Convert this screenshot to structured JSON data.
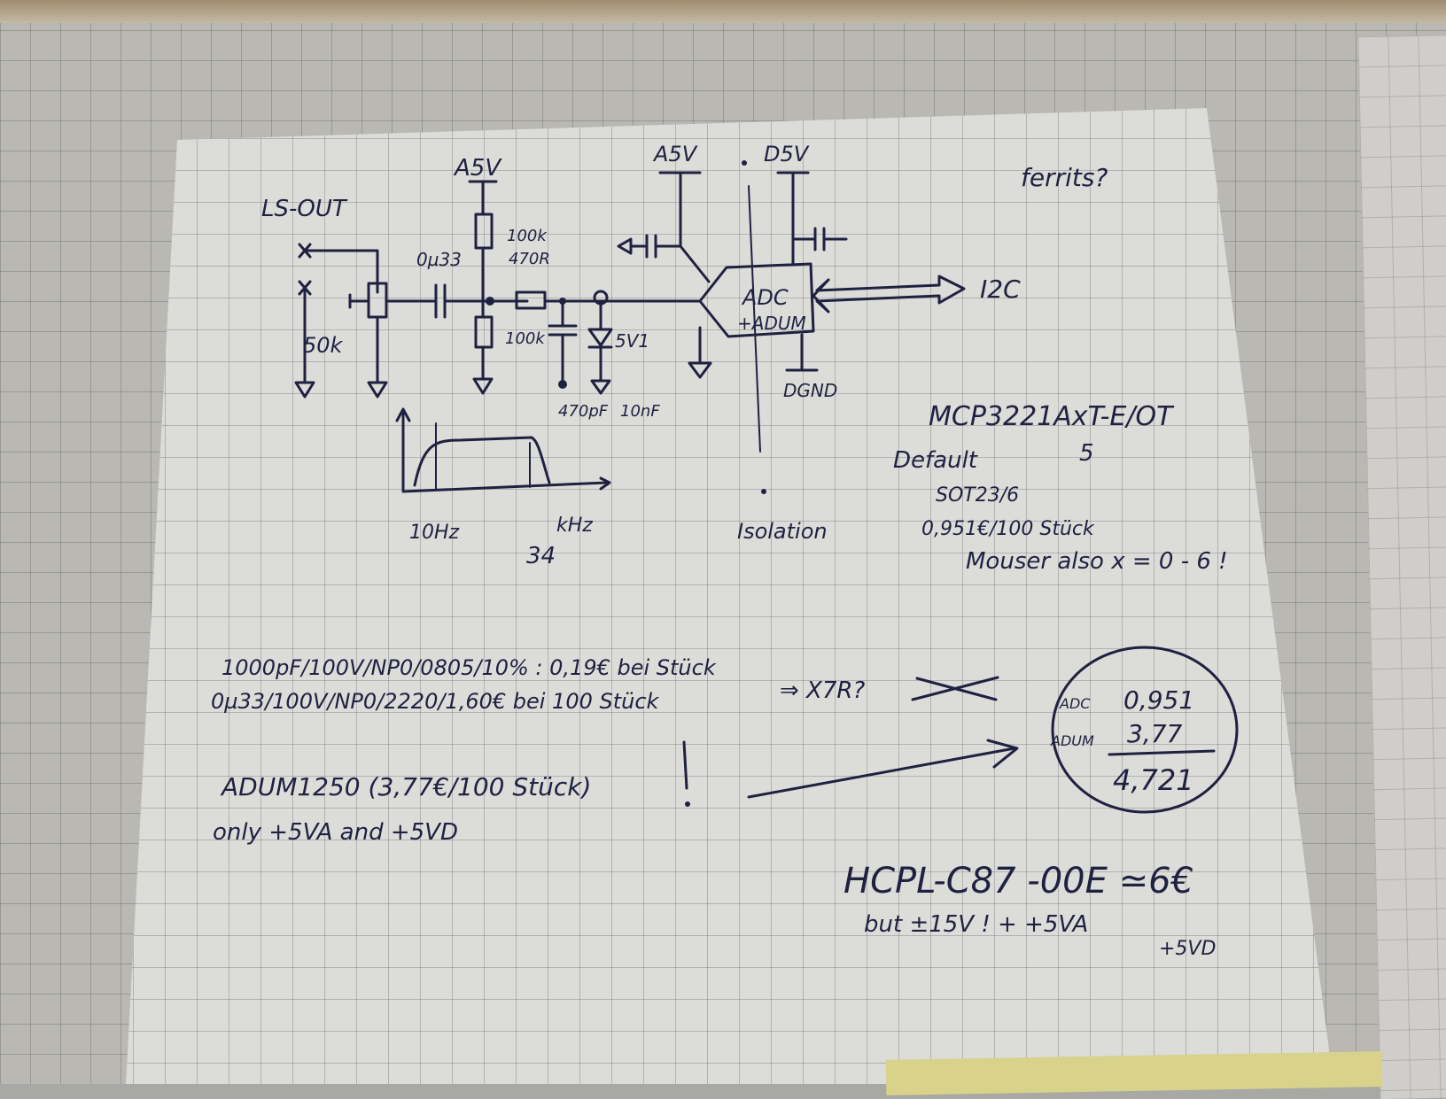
{
  "schematic": {
    "supply_a5v_left": "A5V",
    "supply_a5v_right": "A5V",
    "supply_d5v": "D5V",
    "input_label": "LS-OUT",
    "pot_value": "50k",
    "coupling_cap": "0µ33",
    "r_top": "100k",
    "r_bottom": "100k",
    "r_series": "470R",
    "zener": "5V1",
    "caps_filter": "470pF",
    "cap_10nf": "10nF",
    "adc_label": "ADC",
    "iso_label": "+ADUM",
    "bus_label": "I2C",
    "dgnd": "DGND",
    "isolation": "Isolation",
    "ferrite": "ferrits?"
  },
  "response": {
    "low_freq": "10Hz",
    "high_freq": "kHz",
    "high_value": "34"
  },
  "adc_notes": {
    "part": "MCP3221AxT-E/OT",
    "default_label": "Default",
    "default_value": "5",
    "package": "SOT23/6",
    "price": "0,951€/100 Stück",
    "mouser": "Mouser also x = 0 - 6 !"
  },
  "bom": {
    "line1": "1000pF/100V/NP0/0805/10% : 0,19€ bei Stück",
    "line2": "0µ33/100V/NP0/2220/1,60€ bei 100 Stück",
    "x7r": "⇒ X7R?",
    "isolator": "ADUM1250  (3,77€/100 Stück)",
    "supplies": "only  +5VA  and  +5VD"
  },
  "sum": {
    "adc_label": "ADC",
    "adum_label": "ADUM",
    "adc_price": "0,951",
    "adum_price": "3,77",
    "total": "4,721"
  },
  "hcpl": {
    "part": "HCPL-C87  -00E  ≃6€",
    "note": "but ±15V !  +  +5VA",
    "note2": "+5VD"
  }
}
